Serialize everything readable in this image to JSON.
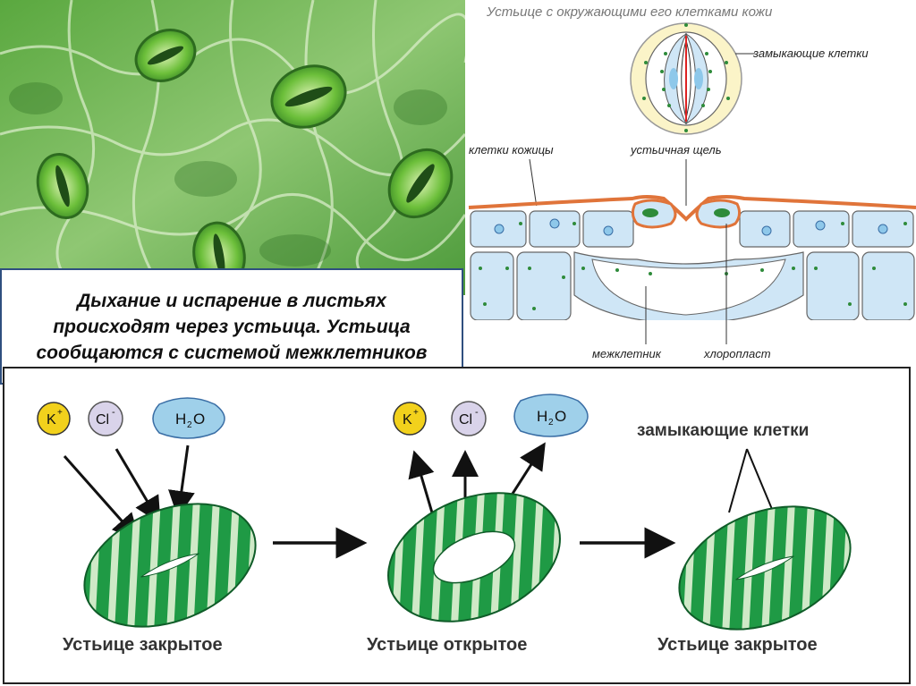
{
  "caption": "Дыхание и испарение в листьях происходят через устьица. Устьица сообщаются с системой межклетников",
  "section_diagram": {
    "title": "Устьице с окружающими его клетками кожи",
    "label_guard_cells": "замыкающие клетки",
    "label_epidermis": "клетки кожицы",
    "label_slit": "устьичная щель",
    "label_intercellular": "межклетник",
    "label_chloroplast": "хлоропласт"
  },
  "mechanism": {
    "ion_k": "K",
    "ion_k_sup": "+",
    "ion_cl": "Cl",
    "ion_cl_sup": "-",
    "water": "H",
    "water_sub": "2",
    "water_o": "O",
    "guard_cells_label": "замыкающие клетки",
    "state1": "Устьице закрытое",
    "state2": "Устьице открытое",
    "state3": "Устьице закрытое"
  },
  "colors": {
    "leaf_green": "#3f8f2e",
    "cell_blue": "#cfe6f6",
    "epidermis_orange": "#e0743a",
    "chloroplast_green": "#2e8b3a",
    "torus_green": "#1f9a45",
    "torus_stripe": "#cfe9c7",
    "k_ion": "#f2d11c",
    "cl_ion": "#d9d3ea",
    "water": "#9fd0ea"
  }
}
